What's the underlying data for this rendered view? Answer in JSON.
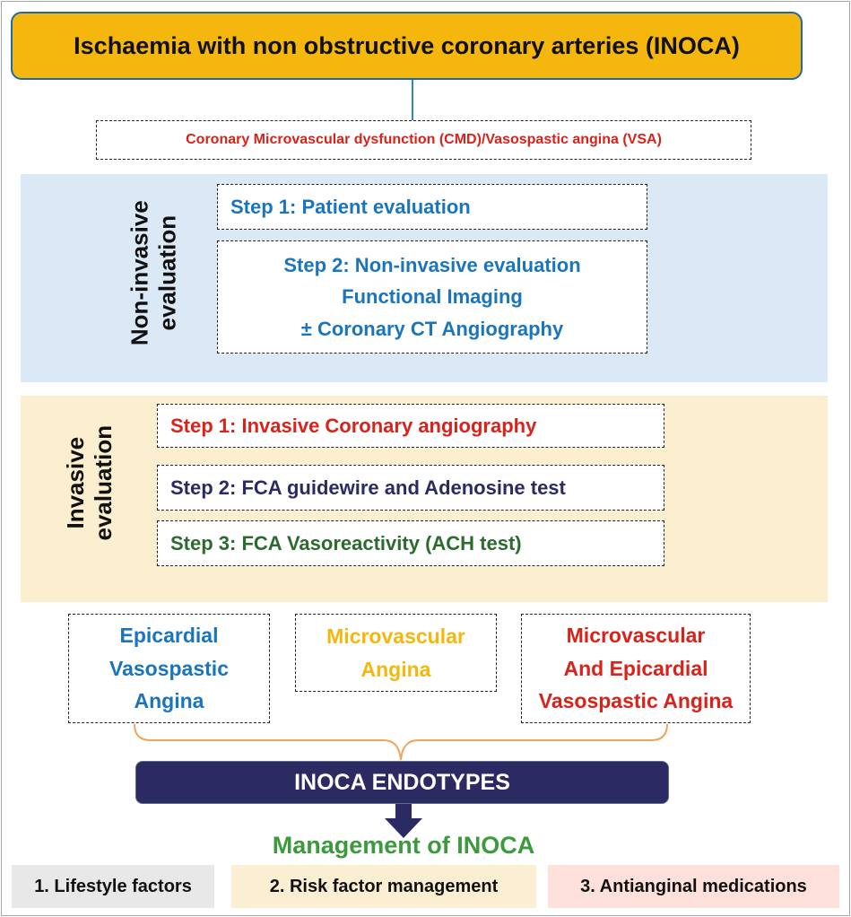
{
  "title": "Ischaemia with non obstructive coronary arteries (INOCA)",
  "subtitle_box": "Coronary Microvascular dysfunction (CMD)/Vasospastic angina (VSA)",
  "non_invasive": {
    "label_line1": "Non-invasive",
    "label_line2": "evaluation",
    "step1": "Step 1: Patient evaluation",
    "step2_line1": "Step 2: Non-invasive evaluation",
    "step2_line2": "Functional Imaging",
    "step2_line3": "± Coronary CT Angiography"
  },
  "invasive": {
    "label_line1": "Invasive",
    "label_line2": "evaluation",
    "step1": "Step 1: Invasive Coronary angiography",
    "step2": "Step 2: FCA guidewire and Adenosine test",
    "step3": "Step 3: FCA Vasoreactivity (ACH test)"
  },
  "endotypes": {
    "epicardial": [
      "Epicardial",
      "Vasospastic",
      "Angina"
    ],
    "microvascular": [
      "Microvascular",
      "Angina"
    ],
    "both": [
      "Microvascular",
      "And Epicardial",
      "Vasospastic Angina"
    ],
    "banner": "INOCA ENDOTYPES"
  },
  "management": {
    "title": "Management of INOCA",
    "options": [
      "1. Lifestyle factors",
      "2. Risk factor management",
      "3. Antianginal medications"
    ]
  },
  "colors": {
    "title_bg": "#f5b60d",
    "blue_text": "#1a75bc",
    "red_text": "#d9221a",
    "navy": "#2b2a63",
    "green_text": "#2c6b2e",
    "mgmt_green": "#3b9a3c",
    "noninv_band": "#dbe9f7",
    "inv_band": "#fcefcf"
  }
}
